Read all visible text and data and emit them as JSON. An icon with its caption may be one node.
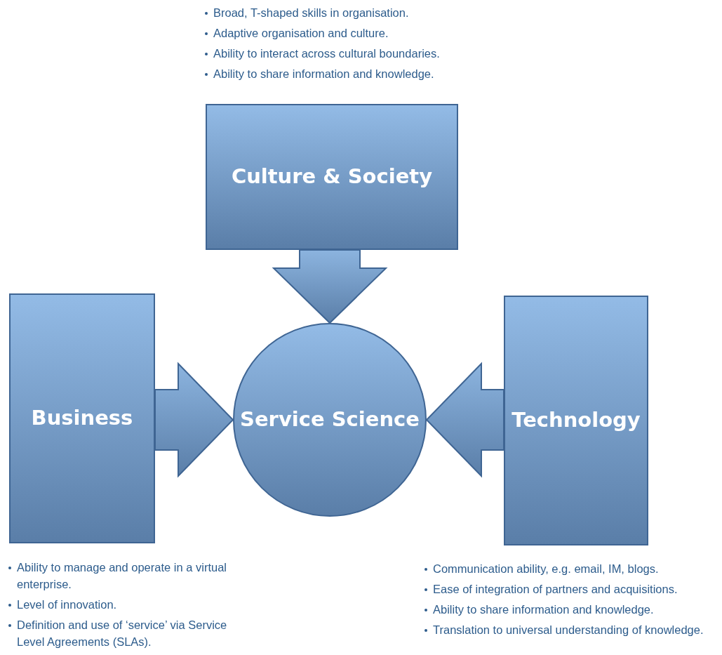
{
  "diagram": {
    "nodes": [
      {
        "text": [
          "Culture & Society"
        ],
        "beside": [
          "Broad, T-shaped skills in organisation.",
          "Adaptive organisation and culture.",
          "Ability to interact across cultural boundaries.",
          "Ability to share information and knowledge."
        ]
      },
      {
        "text": [
          "Business"
        ],
        "beside": [
          "Ability to manage and operate in a virtual enterprise.",
          "Level of innovation.",
          "Definition and use of ‘service’ via Service Level Agreements (SLAs)."
        ]
      },
      {
        "text": [
          "Service Science"
        ]
      },
      {
        "text": [
          "Technology"
        ],
        "beside": [
          "Communication ability, e.g. email, IM, blogs.",
          "Ease of integration of partners and acquisitions.",
          "Ability to share information and knowledge.",
          "Translation to universal understanding of knowledge."
        ]
      }
    ],
    "edges": [
      {
        "from": 0,
        "to": 2,
        "arrow": "to"
      },
      {
        "from": 1,
        "to": 2,
        "arrow": "to"
      },
      {
        "from": 3,
        "to": 2,
        "arrow": "to"
      }
    ]
  }
}
